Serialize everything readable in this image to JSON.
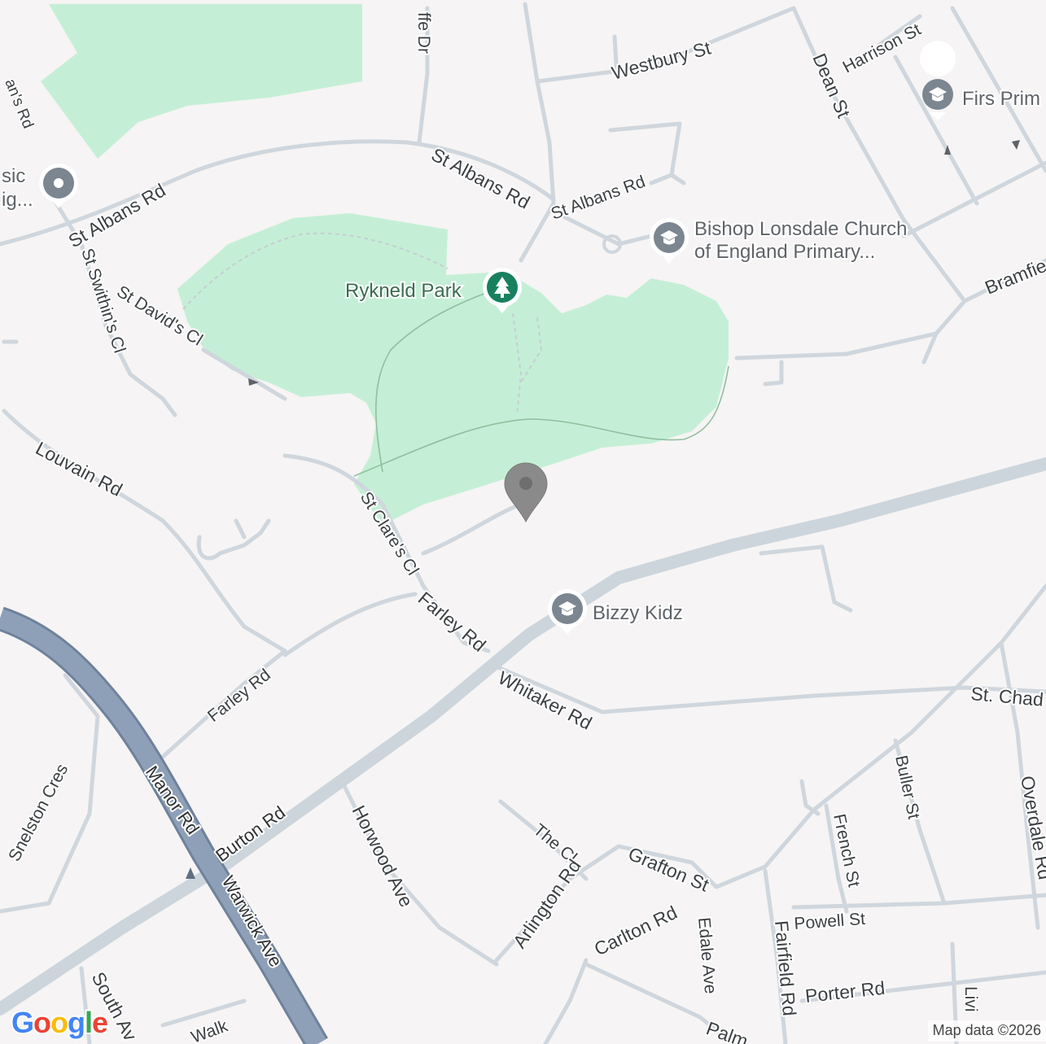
{
  "map": {
    "streets": {
      "ffe_dr": "ffe Dr",
      "westbury_st": "Westbury St",
      "harrison_st": "Harrison St",
      "dean_st": "Dean St",
      "st_albans_rd_1": "St Albans Rd",
      "st_albans_rd_2": "St Albans Rd",
      "st_albans_rd_3": "St Albans Rd",
      "ans_rd": "an's Rd",
      "st_swithins_cl": "St Swithin's Cl",
      "st_davids_cl": "St David's Cl",
      "bramfield": "Bramfie",
      "louvain_rd": "Louvain Rd",
      "st_clares_cl": "St Clare's Cl",
      "farley_rd_1": "Farley Rd",
      "farley_rd_2": "Farley Rd",
      "whitaker_rd": "Whitaker Rd",
      "st_chad": "St. Chad",
      "snelston_cres": "Snelston Cres",
      "manor_rd": "Manor Rd",
      "burton_rd": "Burton Rd",
      "warwick_ave": "Warwick Ave",
      "horwood_ave": "Horwood Ave",
      "the_cl": "The Cl",
      "arlington_rd": "Arlington Rd",
      "grafton_st": "Grafton St",
      "carlton_rd": "Carlton Rd",
      "edale_ave": "Edale Ave",
      "fairfield_rd": "Fairfield Rd",
      "french_st": "French St",
      "buller_st": "Buller St",
      "overdale_rd": "Overdale Rd",
      "powell_st": "Powell St",
      "porter_rd": "Porter Rd",
      "south_av": "South Av",
      "walk": "Walk",
      "palm": "Palm",
      "livi": "Livi"
    },
    "pois": {
      "firs_primary": "Firs Prim",
      "music_line1": "sic",
      "music_line2": "ig...",
      "bishop_line1": "Bishop Lonsdale Church",
      "bishop_line2": "of England Primary...",
      "rykneld_park": "Rykneld Park",
      "bizzy_kidz": "Bizzy Kidz"
    },
    "colors": {
      "land": "#f6f4f4",
      "park": "#c4efd6",
      "trunk": "#8ea0b8",
      "poi_school": "#7b8691",
      "poi_park": "#18805e",
      "pin": "#8a8a8a"
    },
    "attribution": "Map data ©2026",
    "logo": "Google"
  }
}
